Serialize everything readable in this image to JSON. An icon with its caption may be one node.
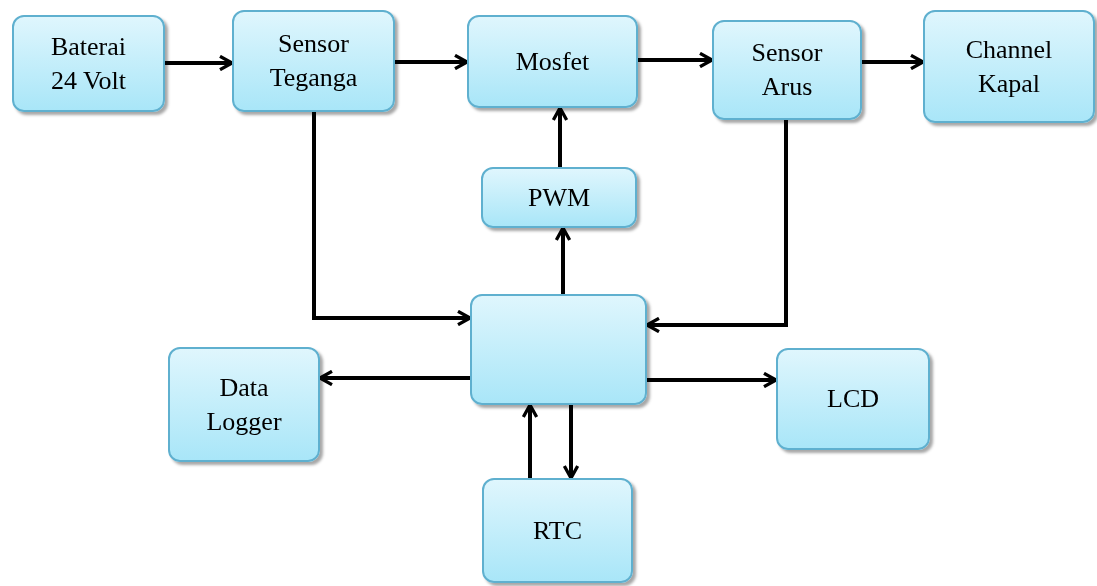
{
  "diagram": {
    "nodes": [
      {
        "text": [
          "Baterai 24 Volt"
        ]
      },
      {
        "text": [
          "Sensor Teganga"
        ]
      },
      {
        "text": [
          "Mosfet"
        ]
      },
      {
        "text": [
          "Sensor Arus"
        ]
      },
      {
        "text": [
          "Channel Kapal"
        ]
      },
      {
        "text": [
          "PWM"
        ]
      },
      {
        "text": [],
        "shape": "box"
      },
      {
        "text": [
          "Data Logger"
        ]
      },
      {
        "text": [
          "LCD"
        ]
      },
      {
        "text": [
          "RTC"
        ]
      }
    ],
    "edges": [
      {
        "from": 0,
        "to": 1,
        "arrow": "to"
      },
      {
        "from": 1,
        "to": 2,
        "arrow": "to"
      },
      {
        "from": 2,
        "to": 3,
        "arrow": "to"
      },
      {
        "from": 3,
        "to": 4,
        "arrow": "to"
      },
      {
        "from": 5,
        "to": 2,
        "arrow": "to"
      },
      {
        "from": 6,
        "to": 5,
        "arrow": "to"
      },
      {
        "from": 1,
        "to": 6,
        "arrow": "to"
      },
      {
        "from": 3,
        "to": 6,
        "arrow": "to"
      },
      {
        "from": 6,
        "to": 7,
        "arrow": "to"
      },
      {
        "from": 6,
        "to": 8,
        "arrow": "to"
      },
      {
        "from": 6,
        "to": 9,
        "arrow": "to"
      },
      {
        "from": 9,
        "to": 6,
        "arrow": "to"
      }
    ]
  }
}
